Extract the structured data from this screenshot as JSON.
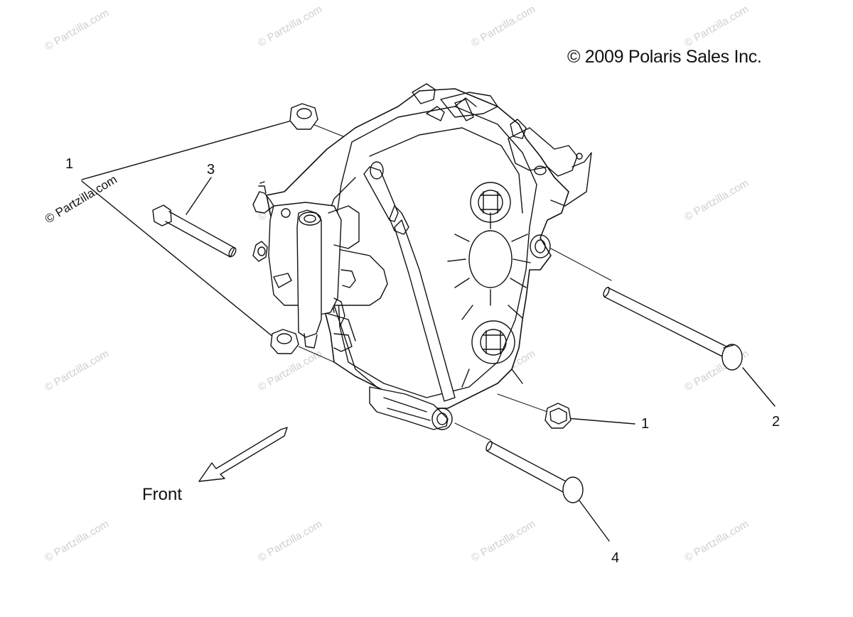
{
  "copyright": "© 2009 Polaris Sales Inc.",
  "direction_label": "Front",
  "watermark": "© Partzilla.com",
  "callouts": {
    "c1_top": "1",
    "c3": "3",
    "c1_right": "1",
    "c2": "2",
    "c4": "4"
  },
  "colors": {
    "line": "#111111",
    "watermark": "#cfcfcf",
    "background": "#ffffff"
  }
}
